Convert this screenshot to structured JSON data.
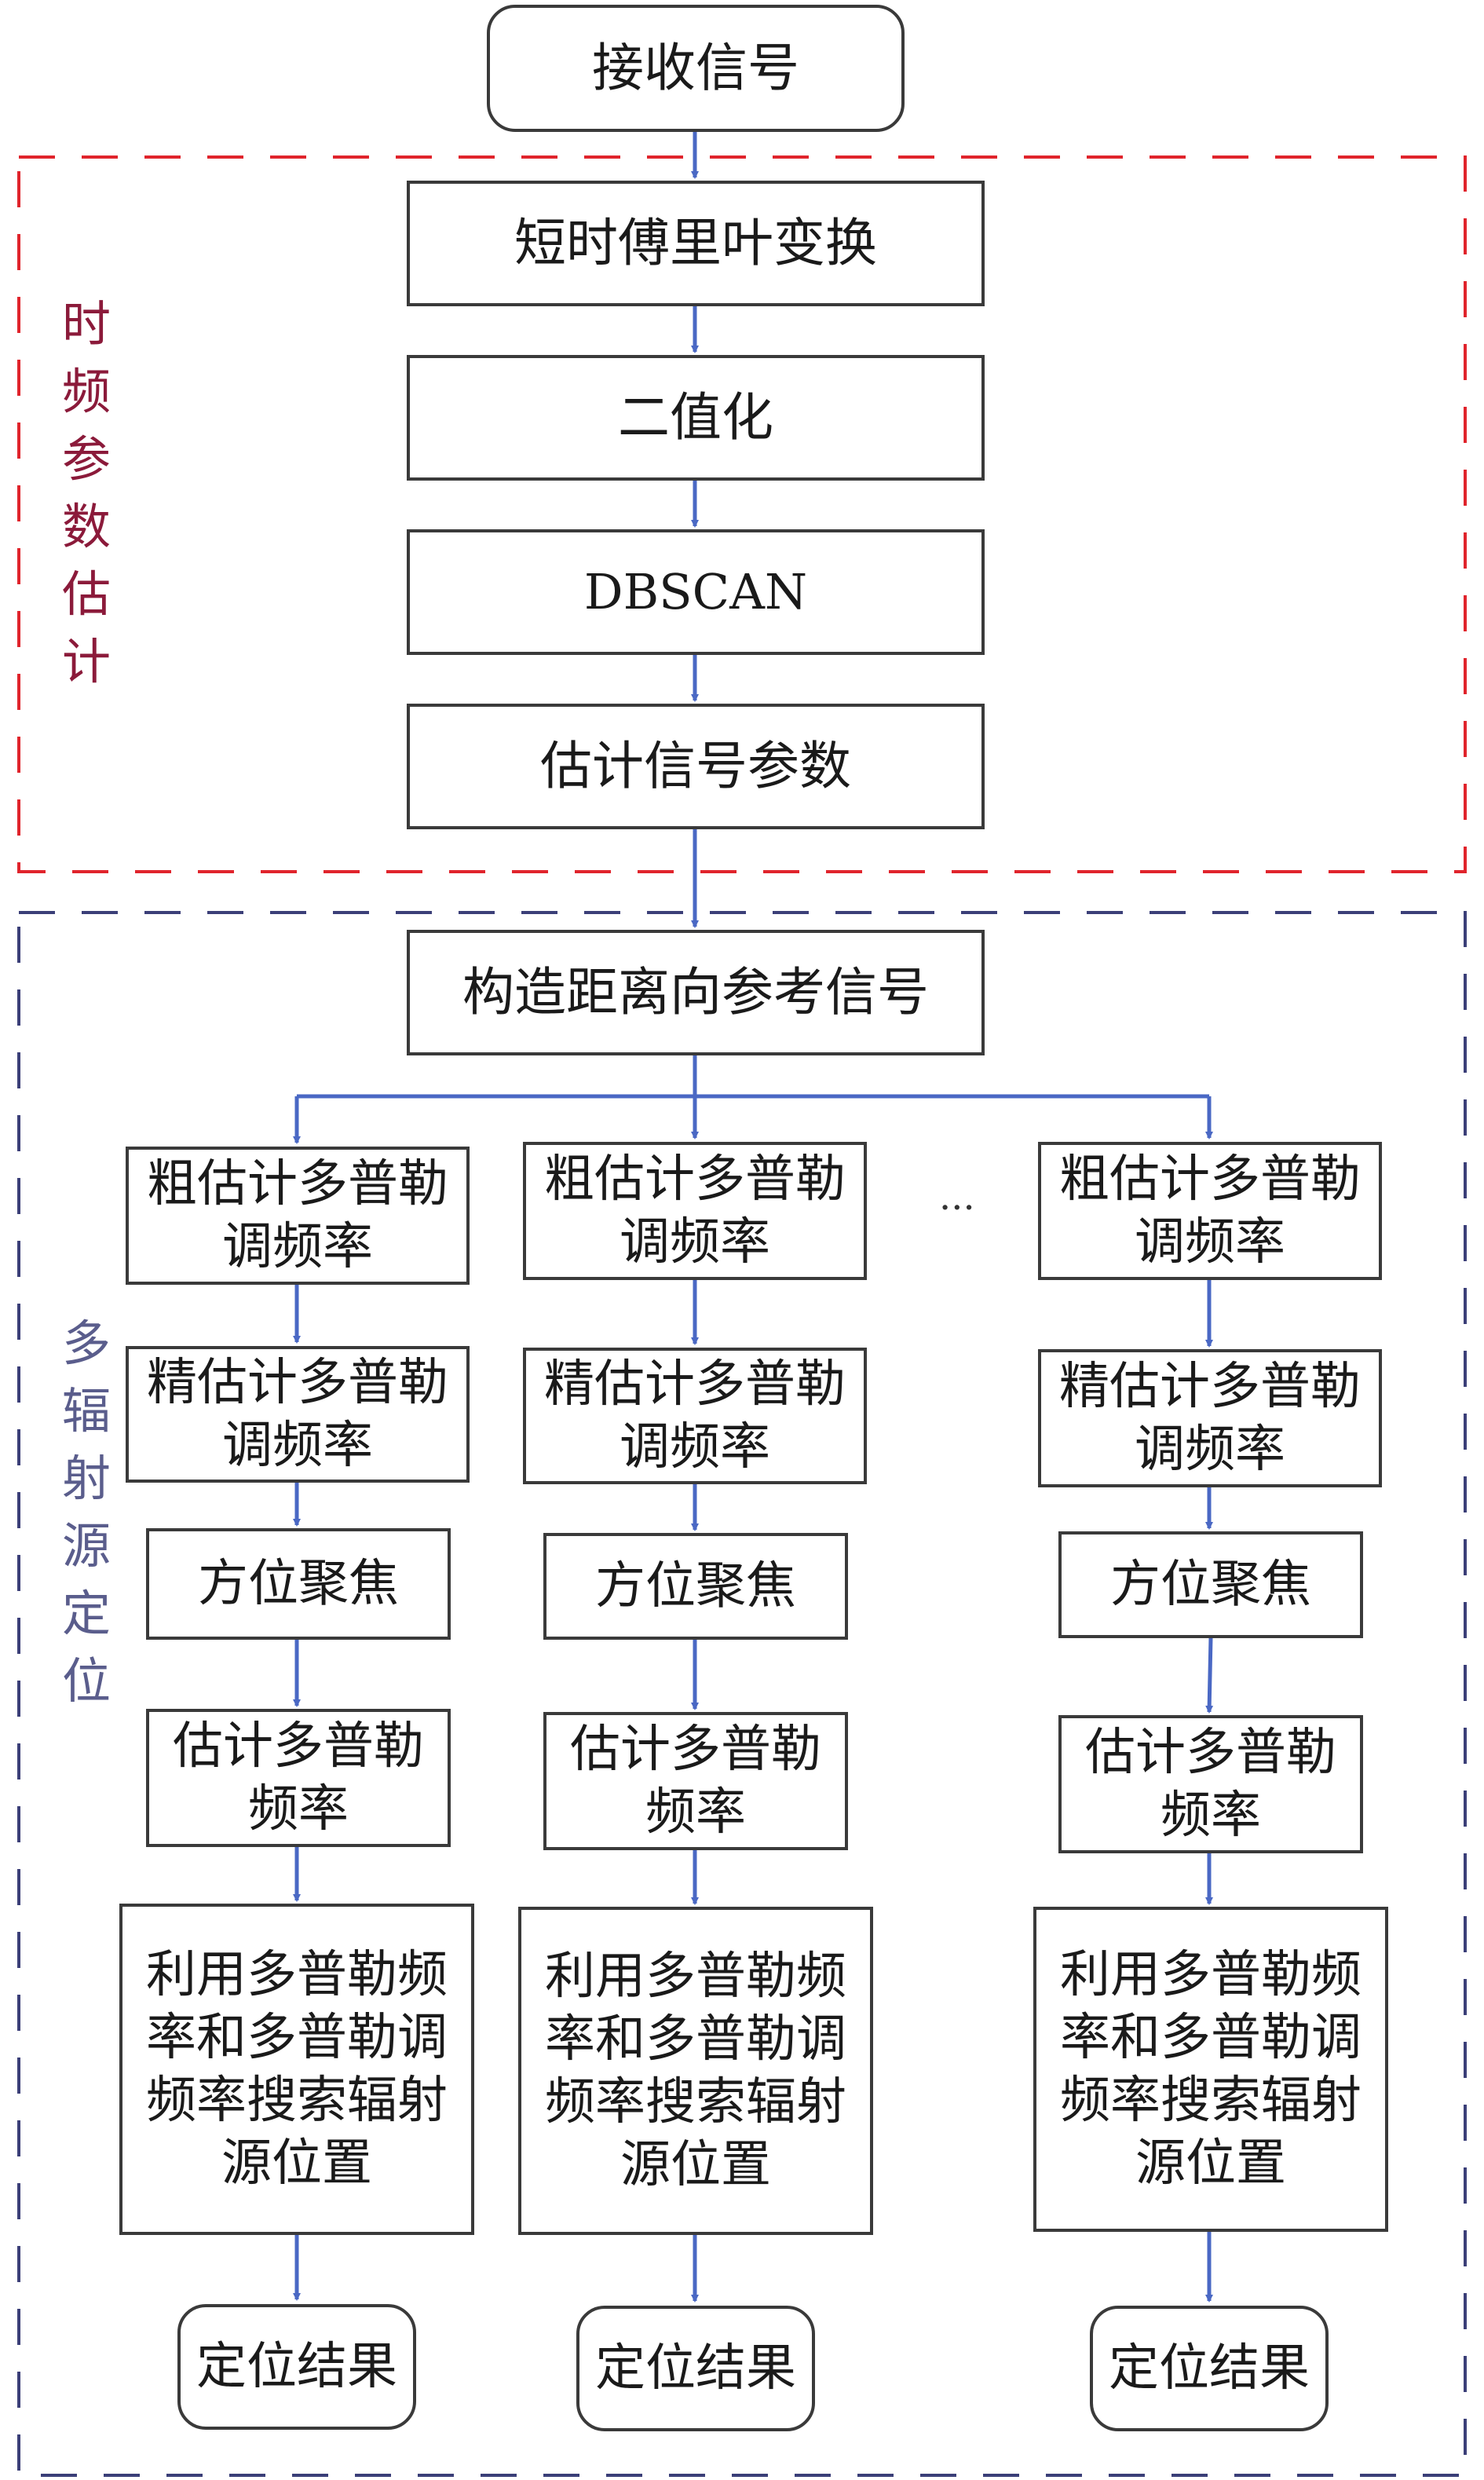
{
  "colors": {
    "arrow": "#4a68c4",
    "time_freq_border": "#e0242c",
    "time_freq_label": "#8b1a3a",
    "multi_border": "#3b3f78",
    "multi_label": "#5a5d8c",
    "node_border": "#3a3a3a"
  },
  "start": "接收信号",
  "stft": "短时傅里叶变换",
  "binarize": "二值化",
  "dbscan": "DBSCAN",
  "estimate_params": "估计信号参数",
  "build_reference": "构造距离向参考信号",
  "groups": {
    "time_freq_label": "时频参数估计",
    "multi_source_label": "多辐射源定位"
  },
  "ellipsis": "···",
  "branches": [
    {
      "coarse": "粗估计多普勒\n调频率",
      "fine": "精估计多普勒\n调频率",
      "focus": "方位聚焦",
      "doppler": "估计多普勒\n频率",
      "search": "利用多普勒频\n率和多普勒调\n频率搜索辐射\n源位置",
      "result": "定位结果"
    },
    {
      "coarse": "粗估计多普勒\n调频率",
      "fine": "精估计多普勒\n调频率",
      "focus": "方位聚焦",
      "doppler": "估计多普勒\n频率",
      "search": "利用多普勒频\n率和多普勒调\n频率搜索辐射\n源位置",
      "result": "定位结果"
    },
    {
      "coarse": "粗估计多普勒\n调频率",
      "fine": "精估计多普勒\n调频率",
      "focus": "方位聚焦",
      "doppler": "估计多普勒\n频率",
      "search": "利用多普勒频\n率和多普勒调\n频率搜索辐射\n源位置",
      "result": "定位结果"
    }
  ]
}
